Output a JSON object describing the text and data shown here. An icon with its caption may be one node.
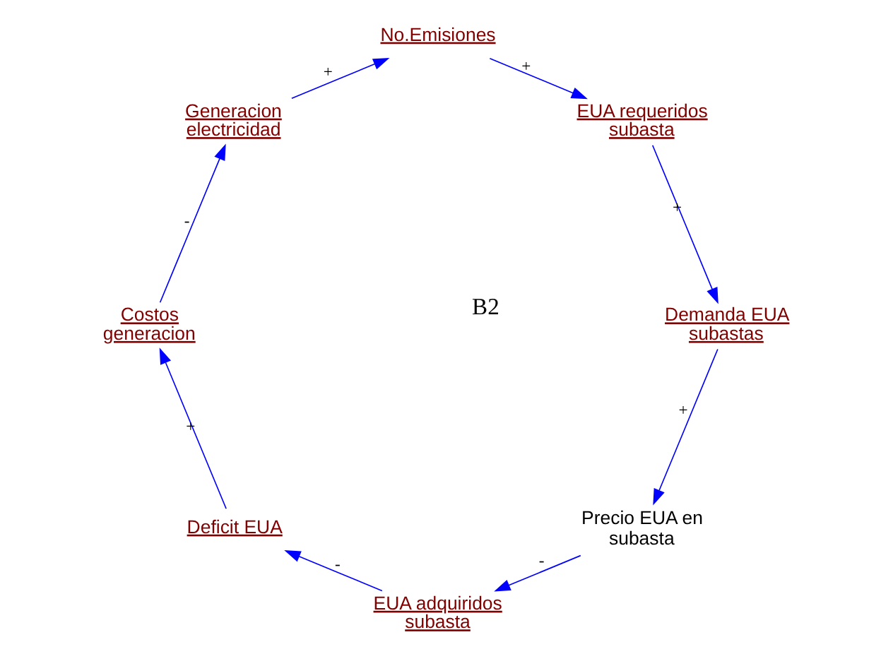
{
  "diagram": {
    "nodes": [
      {
        "text": [
          "Precio EUA en subasta"
        ]
      },
      {
        "text": [
          "EUA adquiridos subasta"
        ]
      },
      {
        "text": [
          "Deficit EUA"
        ]
      },
      {
        "text": [
          "Costos generacion"
        ]
      },
      {
        "text": [
          "Generacion electricidad"
        ]
      },
      {
        "text": [
          "No.Emisiones"
        ]
      },
      {
        "text": [
          "EUA requeridos subasta"
        ]
      },
      {
        "text": [
          "Demanda EUA subastas"
        ]
      }
    ],
    "edges": [
      {
        "from": 0,
        "to": 1,
        "arrow": "to",
        "label": "-"
      },
      {
        "from": 1,
        "to": 2,
        "arrow": "to",
        "label": "-"
      },
      {
        "from": 2,
        "to": 3,
        "arrow": "to",
        "label": "+"
      },
      {
        "from": 3,
        "to": 4,
        "arrow": "to",
        "label": "-"
      },
      {
        "from": 4,
        "to": 5,
        "arrow": "to",
        "label": "+"
      },
      {
        "from": 5,
        "to": 6,
        "arrow": "to",
        "label": "+"
      },
      {
        "from": 6,
        "to": 7,
        "arrow": "to",
        "label": "+"
      },
      {
        "from": 7,
        "to": 0,
        "arrow": "to",
        "label": "+"
      }
    ],
    "labels": [
      "B2"
    ]
  }
}
